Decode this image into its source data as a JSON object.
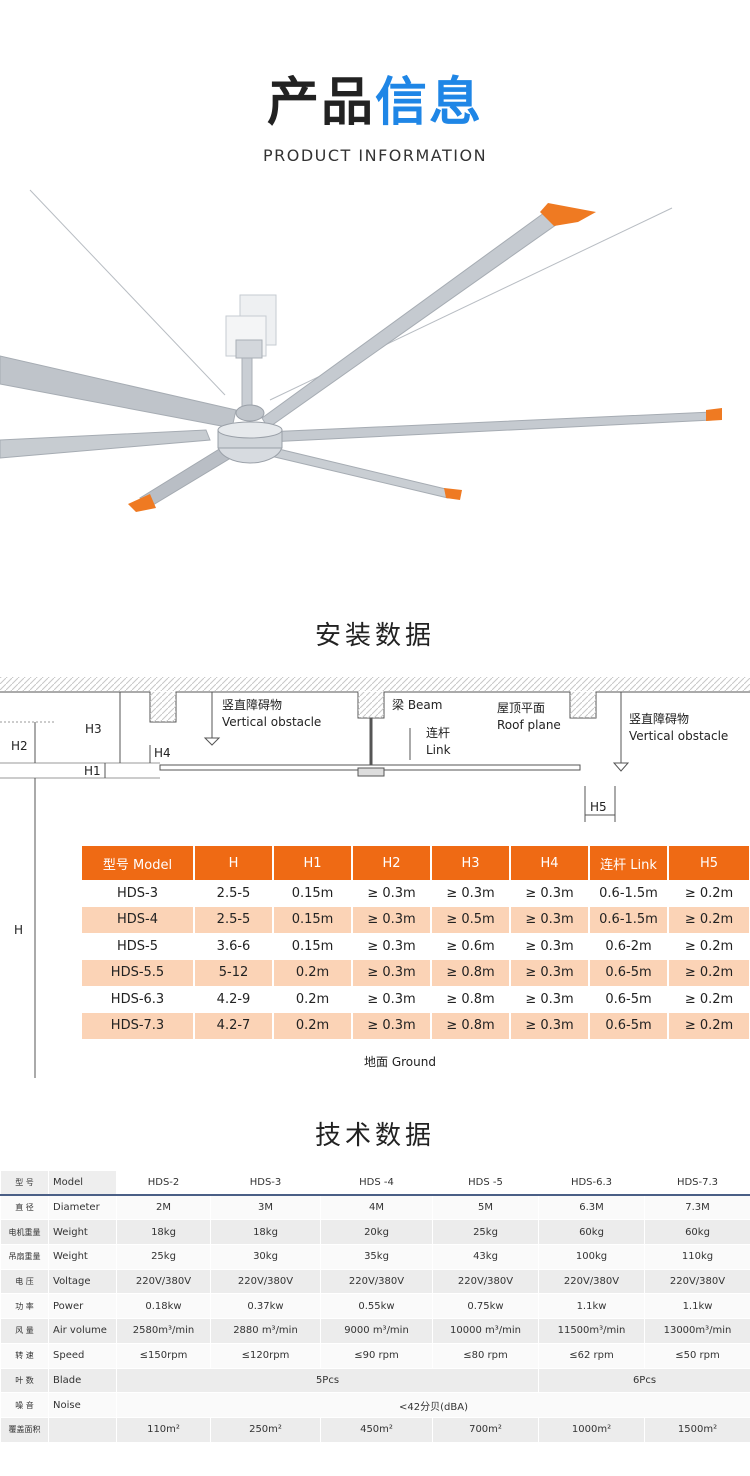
{
  "header": {
    "title_part1": "产品",
    "title_part2": "信息",
    "subtitle": "PRODUCT INFORMATION"
  },
  "colors": {
    "accent_blue": "#1f86e6",
    "accent_orange": "#ef6a14",
    "row_peach": "#fbd3b6",
    "blade_gray": "#bcc2c9"
  },
  "install": {
    "title": "安装数据",
    "labels": {
      "vertical_obstacle_cn": "竖直障碍物",
      "vertical_obstacle_en": "Vertical obstacle",
      "beam": "梁 Beam",
      "link_cn": "连杆",
      "link_en": "Link",
      "roof_cn": "屋顶平面",
      "roof_en": "Roof plane",
      "h": "H",
      "h1": "H1",
      "h2": "H2",
      "h3": "H3",
      "h4": "H4",
      "h5": "H5",
      "ground": "地面 Ground"
    },
    "table": {
      "headers": [
        "型号 Model",
        "H",
        "H1",
        "H2",
        "H3",
        "H4",
        "连杆 Link",
        "H5"
      ],
      "rows": [
        [
          "HDS-3",
          "2.5-5",
          "0.15m",
          "≥ 0.3m",
          "≥ 0.3m",
          "≥ 0.3m",
          "0.6-1.5m",
          "≥ 0.2m"
        ],
        [
          "HDS-4",
          "2.5-5",
          "0.15m",
          "≥ 0.3m",
          "≥ 0.5m",
          "≥ 0.3m",
          "0.6-1.5m",
          "≥ 0.2m"
        ],
        [
          "HDS-5",
          "3.6-6",
          "0.15m",
          "≥ 0.3m",
          "≥ 0.6m",
          "≥ 0.3m",
          "0.6-2m",
          "≥ 0.2m"
        ],
        [
          "HDS-5.5",
          "5-12",
          "0.2m",
          "≥ 0.3m",
          "≥ 0.8m",
          "≥ 0.3m",
          "0.6-5m",
          "≥ 0.2m"
        ],
        [
          "HDS-6.3",
          "4.2-9",
          "0.2m",
          "≥ 0.3m",
          "≥ 0.8m",
          "≥ 0.3m",
          "0.6-5m",
          "≥ 0.2m"
        ],
        [
          "HDS-7.3",
          "4.2-7",
          "0.2m",
          "≥ 0.3m",
          "≥ 0.8m",
          "≥ 0.3m",
          "0.6-5m",
          "≥ 0.2m"
        ]
      ]
    }
  },
  "tech": {
    "title": "技术数据",
    "rows": [
      {
        "cn": "型 号",
        "en": "Model",
        "vals": [
          "HDS-2",
          "HDS-3",
          "HDS -4",
          "HDS -5",
          "HDS-6.3",
          "HDS-7.3"
        ]
      },
      {
        "cn": "直 径",
        "en": "Diameter",
        "vals": [
          "2M",
          "3M",
          "4M",
          "5M",
          "6.3M",
          "7.3M"
        ]
      },
      {
        "cn": "电机重量",
        "en": "Weight",
        "vals": [
          "18kg",
          "18kg",
          "20kg",
          "25kg",
          "60kg",
          "60kg"
        ]
      },
      {
        "cn": "吊扇重量",
        "en": "Weight",
        "vals": [
          "25kg",
          "30kg",
          "35kg",
          "43kg",
          "100kg",
          "110kg"
        ]
      },
      {
        "cn": "电 压",
        "en": "Voltage",
        "vals": [
          "220V/380V",
          "220V/380V",
          "220V/380V",
          "220V/380V",
          "220V/380V",
          "220V/380V"
        ]
      },
      {
        "cn": "功 率",
        "en": "Power",
        "vals": [
          "0.18kw",
          "0.37kw",
          "0.55kw",
          "0.75kw",
          "1.1kw",
          "1.1kw"
        ]
      },
      {
        "cn": "风 量",
        "en": "Air volume",
        "vals": [
          "2580m³/min",
          "2880 m³/min",
          "9000 m³/min",
          "10000 m³/min",
          "11500m³/min",
          "13000m³/min"
        ]
      },
      {
        "cn": "转 速",
        "en": "Speed",
        "vals": [
          "≤150rpm",
          "≤120rpm",
          "≤90 rpm",
          "≤80 rpm",
          "≤62 rpm",
          "≤50 rpm"
        ]
      }
    ],
    "blade": {
      "cn": "叶 数",
      "en": "Blade",
      "v1": "5Pcs",
      "v2": "6Pcs"
    },
    "noise": {
      "cn": "噪 音",
      "en": "Noise",
      "v": "<42分贝(dBA)"
    },
    "area": {
      "cn": "覆盖面积",
      "vals": [
        "110m²",
        "250m²",
        "450m²",
        "700m²",
        "1000m²",
        "1500m²"
      ]
    }
  }
}
